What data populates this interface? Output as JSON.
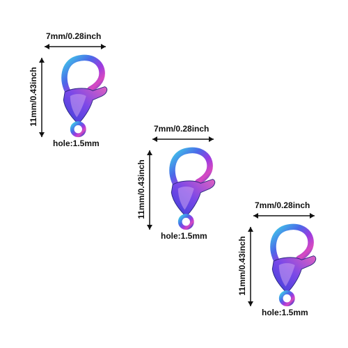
{
  "clasps": [
    {
      "width_label": "7mm/0.28inch",
      "height_label": "11mm/0.43inch",
      "hole_label": "hole:1.5mm"
    },
    {
      "width_label": "7mm/0.28inch",
      "height_label": "11mm/0.43inch",
      "hole_label": "hole:1.5mm"
    },
    {
      "width_label": "7mm/0.28inch",
      "height_label": "11mm/0.43inch",
      "hole_label": "hole:1.5mm"
    }
  ],
  "colors": {
    "rainbow": [
      "#3fb6e8",
      "#6a5ce8",
      "#b23be0",
      "#e04ab8",
      "#3a3ad8"
    ],
    "text": "#111111"
  }
}
